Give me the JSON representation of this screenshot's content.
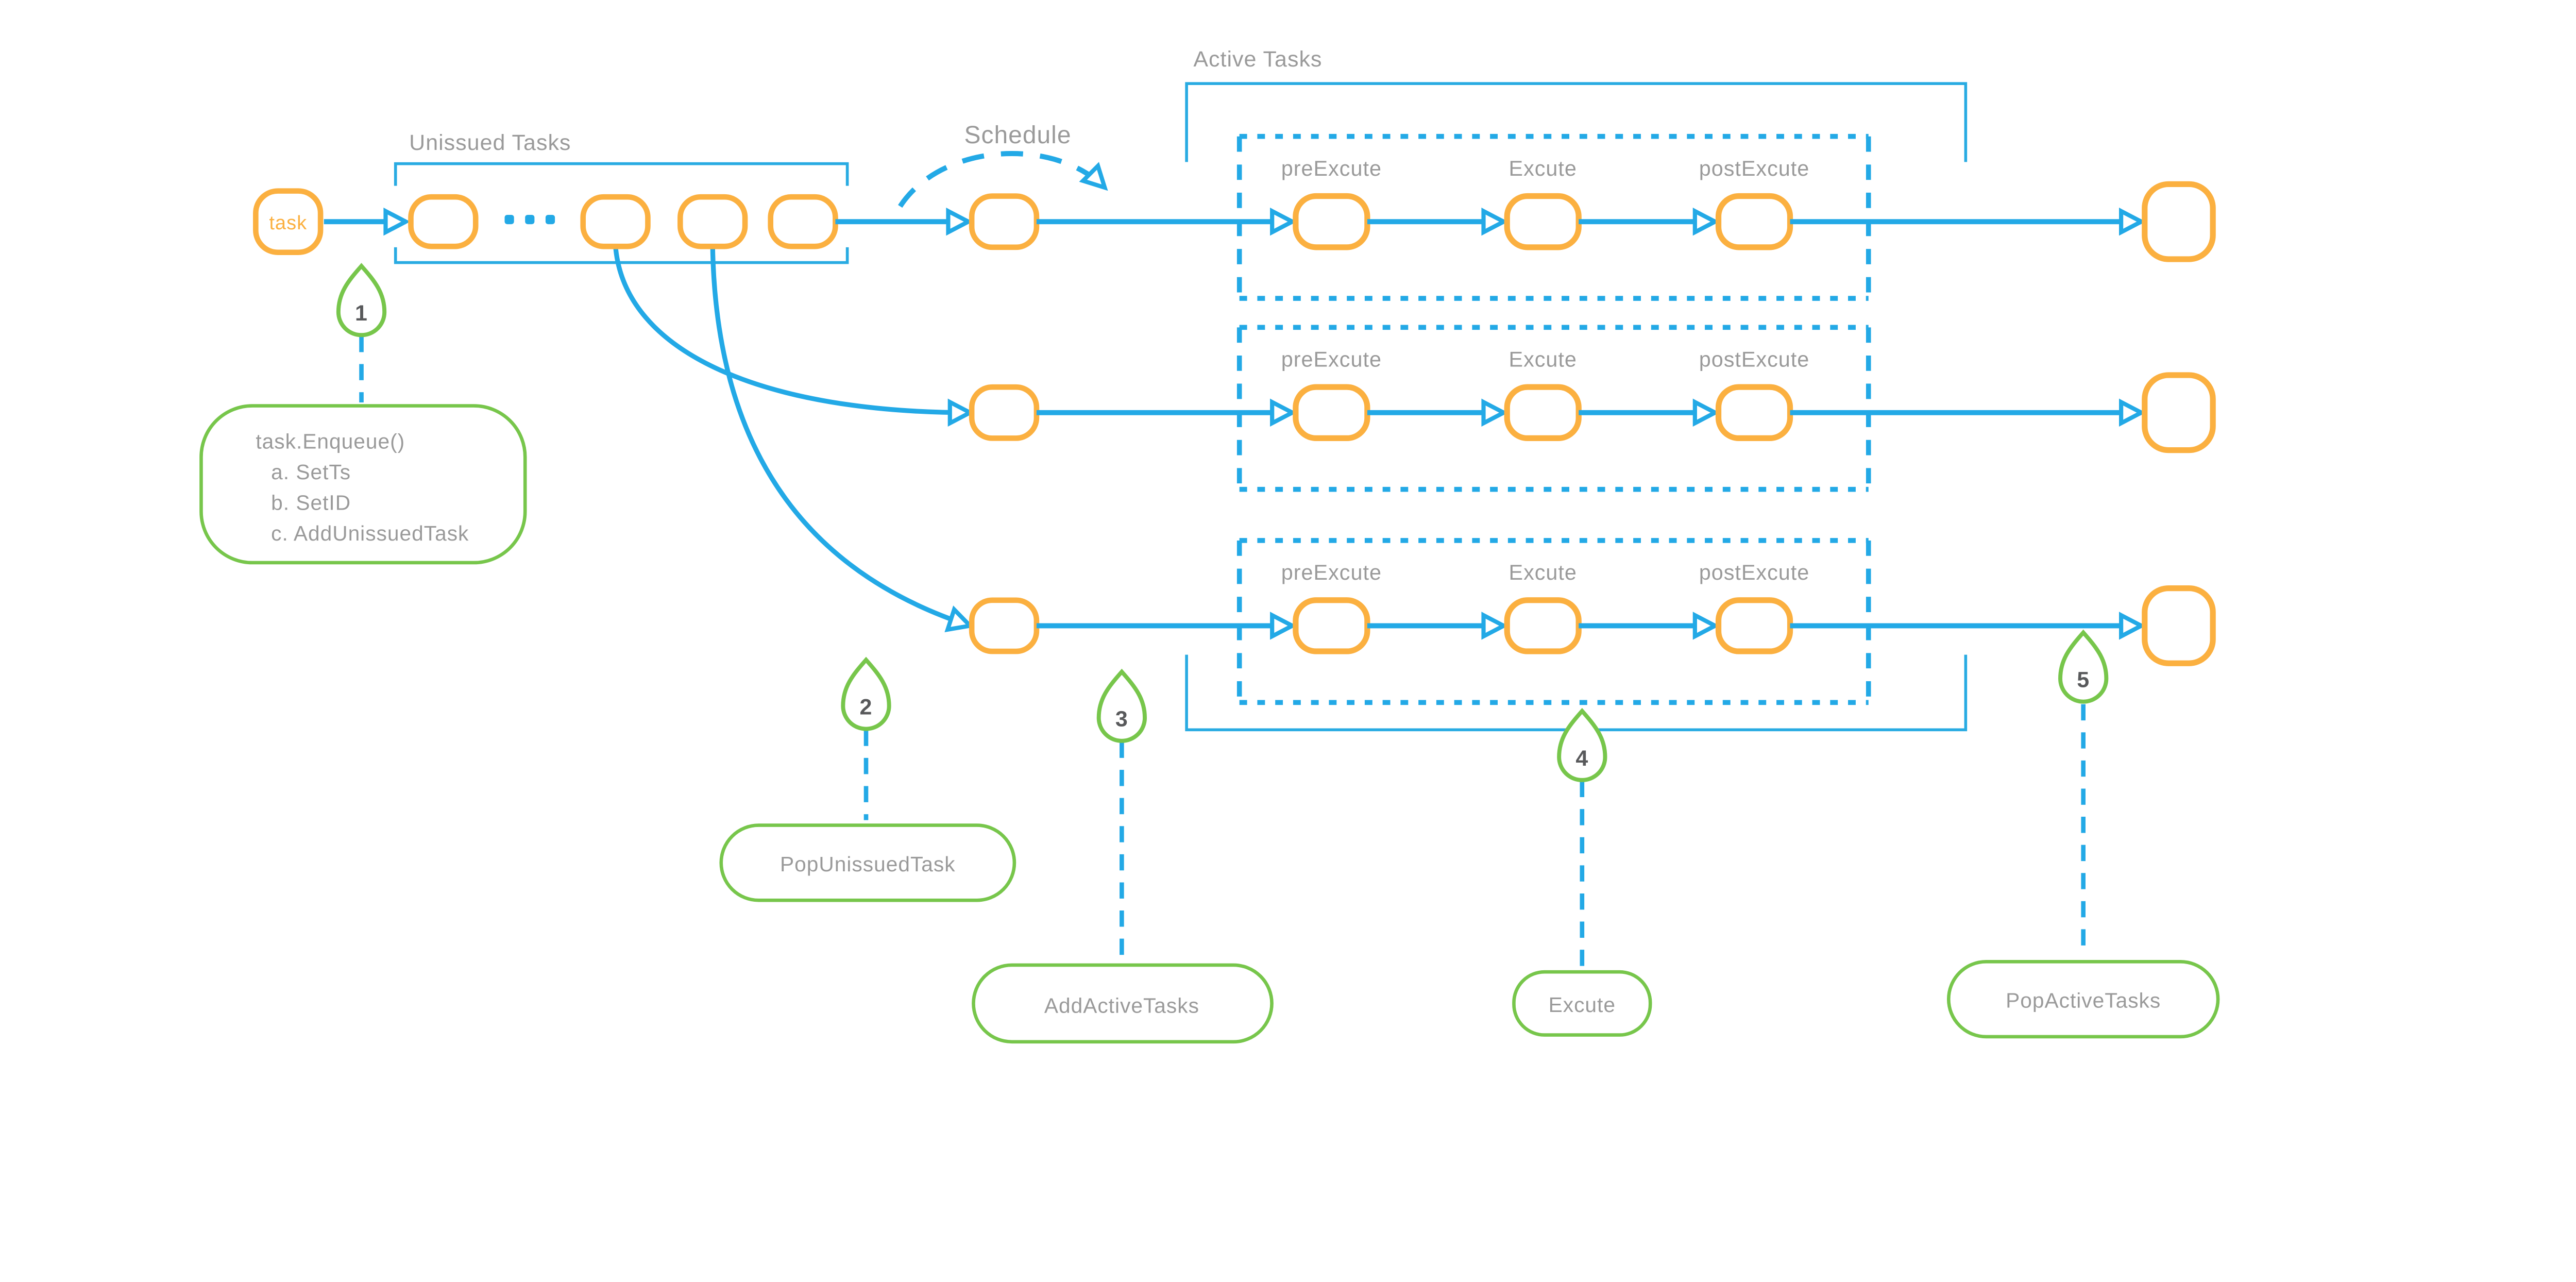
{
  "labels": {
    "task_node": "task",
    "unissued_tasks": "Unissued Tasks",
    "schedule": "Schedule",
    "active_tasks": "Active Tasks"
  },
  "stages": [
    "preExcute",
    "Excute",
    "postExcute"
  ],
  "steps": [
    {
      "number": "1",
      "note_lines": [
        "task.Enqueue()",
        "a. SetTs",
        "b. SetID",
        "c. AddUnissuedTask"
      ]
    },
    {
      "number": "2",
      "label": "PopUnissuedTask"
    },
    {
      "number": "3",
      "label": "AddActiveTasks"
    },
    {
      "number": "4",
      "label": "Excute"
    },
    {
      "number": "5",
      "label": "PopActiveTasks"
    }
  ],
  "colors": {
    "orange": "#FBB040",
    "blue": "#23A9E6",
    "green": "#77C64B",
    "label_gray": "#9A9A9A",
    "step_number_gray": "#58595B",
    "background": "#FFFFFF"
  }
}
